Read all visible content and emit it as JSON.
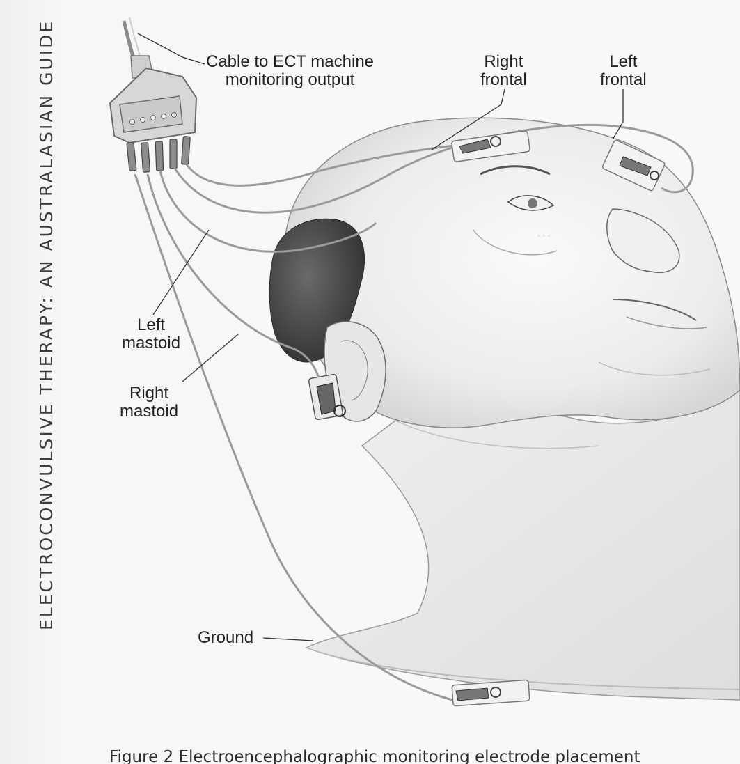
{
  "spine": {
    "text": "ELECTROCONVULSIVE THERAPY: AN AUSTRALASIAN GUIDE"
  },
  "labels": {
    "cable_line1": "Cable to ECT machine",
    "cable_line2": "monitoring output",
    "right_frontal_line1": "Right",
    "right_frontal_line2": "frontal",
    "left_frontal_line1": "Left",
    "left_frontal_line2": "frontal",
    "left_mastoid_line1": "Left",
    "left_mastoid_line2": "mastoid",
    "right_mastoid_line1": "Right",
    "right_mastoid_line2": "mastoid",
    "ground": "Ground"
  },
  "caption": {
    "text": "Figure 2 Electroencephalographic monitoring electrode placement"
  },
  "colors": {
    "ink": "#222222",
    "skin_shade": "#d9d9d9",
    "hair": "#4a4a4a",
    "cable": "#8a8a8a"
  }
}
